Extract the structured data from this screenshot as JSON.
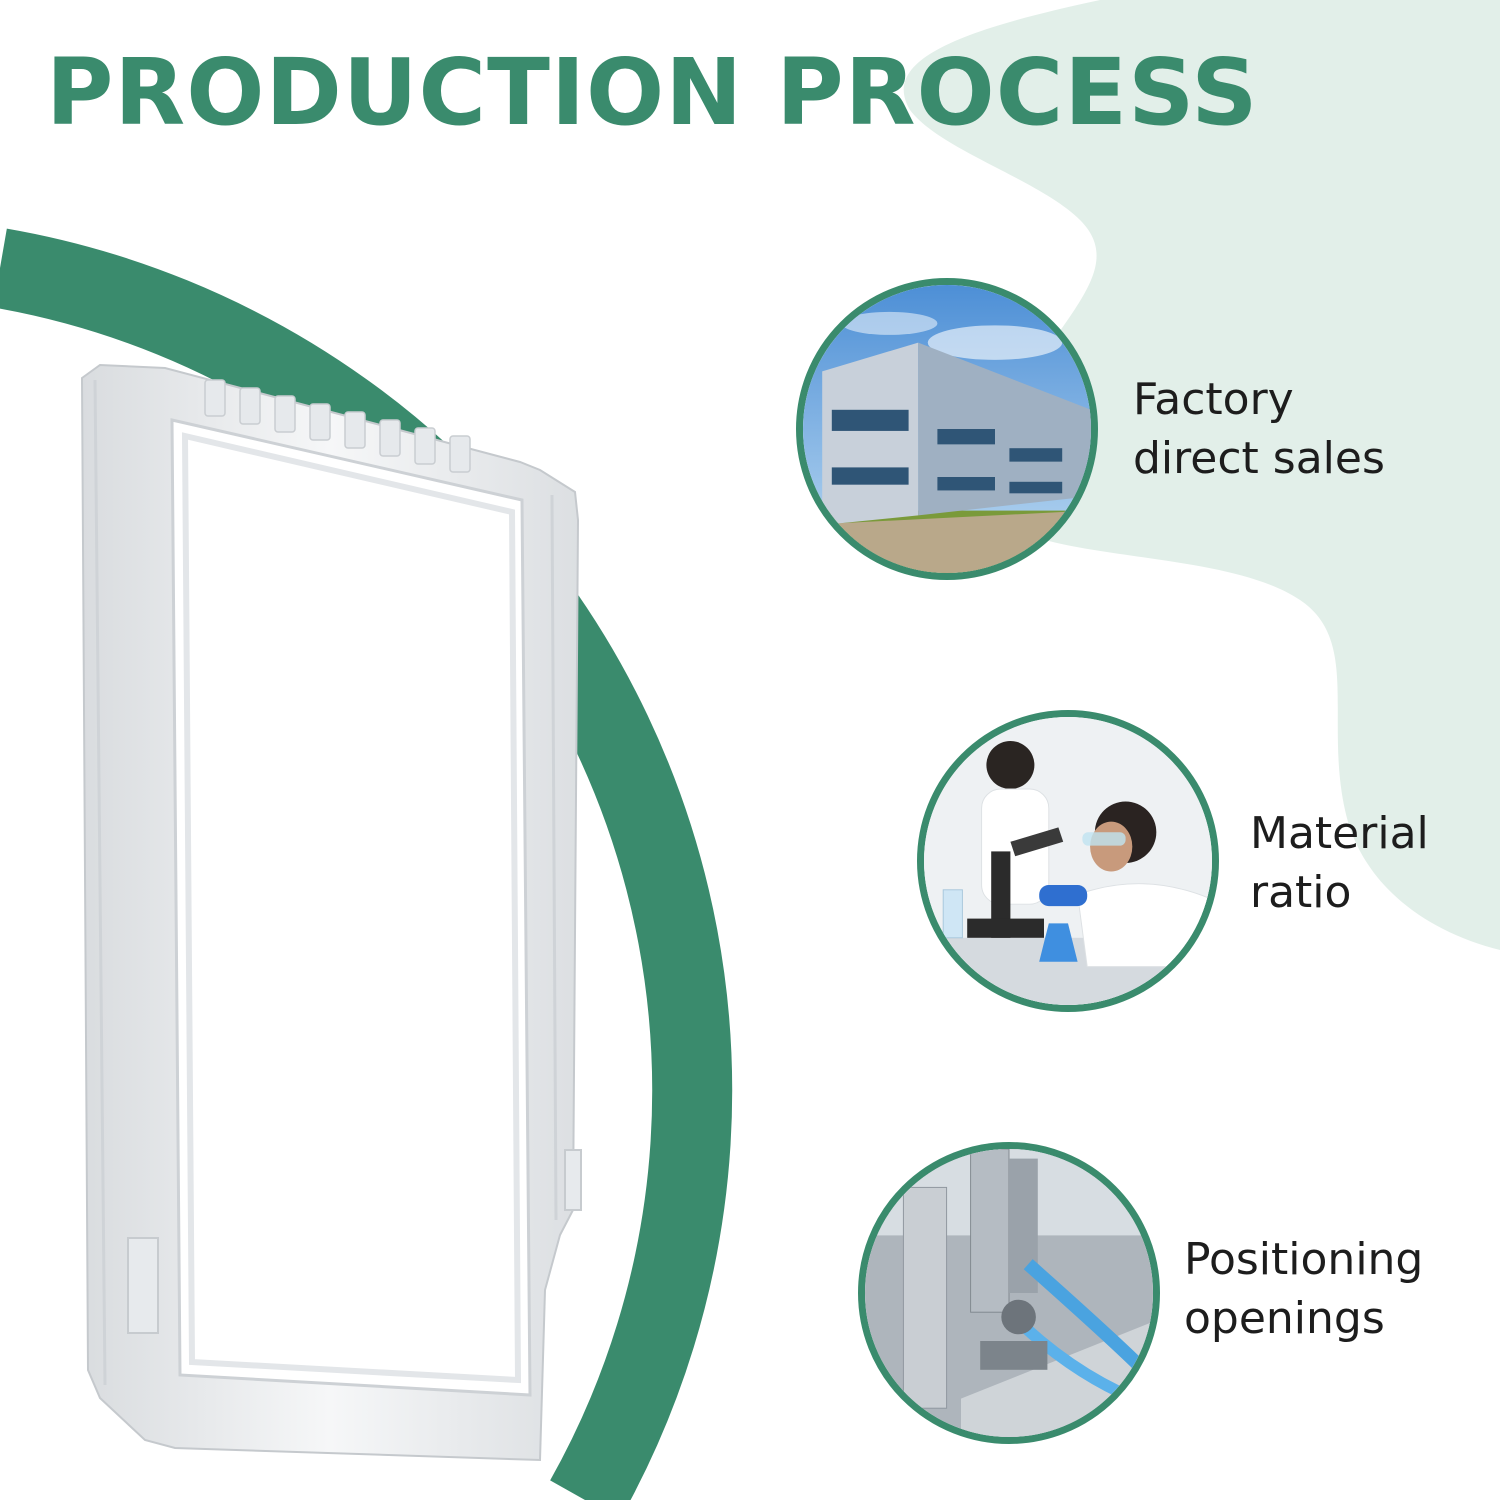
{
  "title": "PRODUCTION PROCESS",
  "colors": {
    "accent_green": "#3a8b6d",
    "light_mint": "#e2efe9",
    "text": "#1d1d1d"
  },
  "product": {
    "icon": "refrigerator-shelf-frame-icon"
  },
  "features": [
    {
      "line1": "Factory",
      "line2": "direct sales",
      "icon": "factory-building-photo"
    },
    {
      "line1": "Material",
      "line2": "ratio",
      "icon": "laboratory-microscope-photo"
    },
    {
      "line1": "Positioning",
      "line2": "openings",
      "icon": "automated-machine-photo"
    }
  ]
}
